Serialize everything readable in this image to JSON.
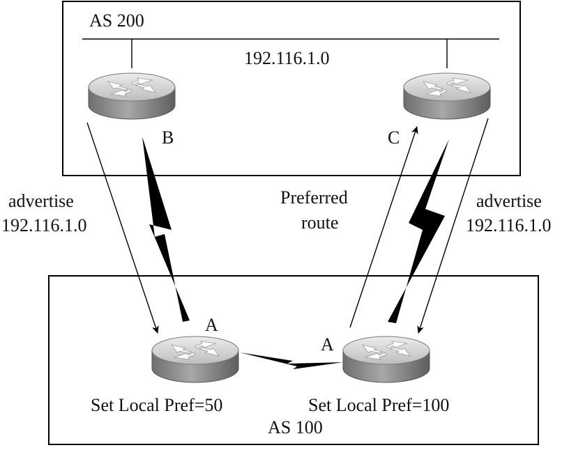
{
  "as_top": {
    "label": "AS 200",
    "network": "192.116.1.0"
  },
  "as_bottom": {
    "label": "AS 100"
  },
  "routers": {
    "b": {
      "label": "B"
    },
    "c": {
      "label": "C"
    },
    "a_left": {
      "label": "A",
      "caption": "Set Local Pref=50"
    },
    "a_right": {
      "label": "A",
      "caption": "Set Local Pref=100"
    }
  },
  "annotations": {
    "left_advertise": {
      "line1": "advertise",
      "line2": "192.116.1.0"
    },
    "right_advertise": {
      "line1": "advertise",
      "line2": "192.116.1.0"
    },
    "preferred": {
      "line1": "Preferred",
      "line2": "route"
    }
  },
  "colors": {
    "router_top": "#d9d9d9",
    "router_side": "#8c8c8c",
    "line": "#000000"
  },
  "icons": [
    "router-icon",
    "serial-link-icon",
    "arrow-icon"
  ]
}
